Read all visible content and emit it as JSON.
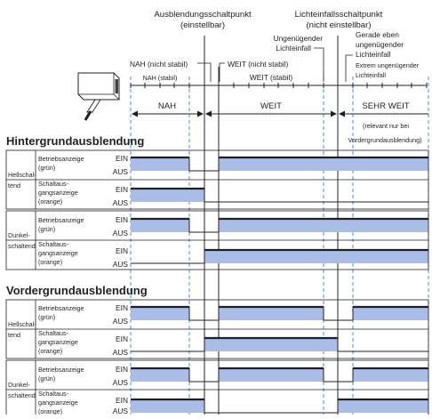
{
  "header": {
    "suppression_point_line1": "Ausblendungsschaltpunkt",
    "suppression_point_line2": "(einstellbar)",
    "light_incidence_line1": "Lichteinfallsschaltpunkt",
    "light_incidence_line2": "(nicht einstellbar)",
    "insufficient_line1": "Ungenügender",
    "insufficient_line2": "Lichteinfall",
    "barely_line1": "Gerade eben",
    "barely_line2": "ungenügender",
    "barely_line3": "Lichteinfall",
    "extreme_line1": "Extrem ungenügender",
    "extreme_line2": "Lichteinfall",
    "near_unstable": "NAH (nicht stabil)",
    "near_stable": "NAH (stabil)",
    "far_unstable": "WEIT (nicht stabil)",
    "far_stable": "WEIT (stabil)"
  },
  "zones": {
    "near": "NAH",
    "far": "WEIT",
    "very_far": "SEHR WEIT",
    "very_far_note1": "(relevant nur bei",
    "very_far_note2": "Vordergrundausblendung)"
  },
  "sections": {
    "background": "Hintergrundausblendung",
    "foreground": "Vordergrundausblendung"
  },
  "labels": {
    "light_on_1": "Hellschal-",
    "light_on_2": "tend",
    "dark_on_1": "Dunkel-",
    "dark_on_2": "schaltend",
    "op_ind_1": "Betriebsanzeige",
    "op_ind_2": "(grün)",
    "sw_ind_1": "Schaltaus-",
    "sw_ind_2": "gangsanzeige",
    "sw_ind_3": "(orange)",
    "on": "EIN",
    "off": "AUS"
  },
  "colors": {
    "signal_fill": "#a9bde6",
    "dashed_line": "#4a90d9",
    "line": "#231f20"
  }
}
